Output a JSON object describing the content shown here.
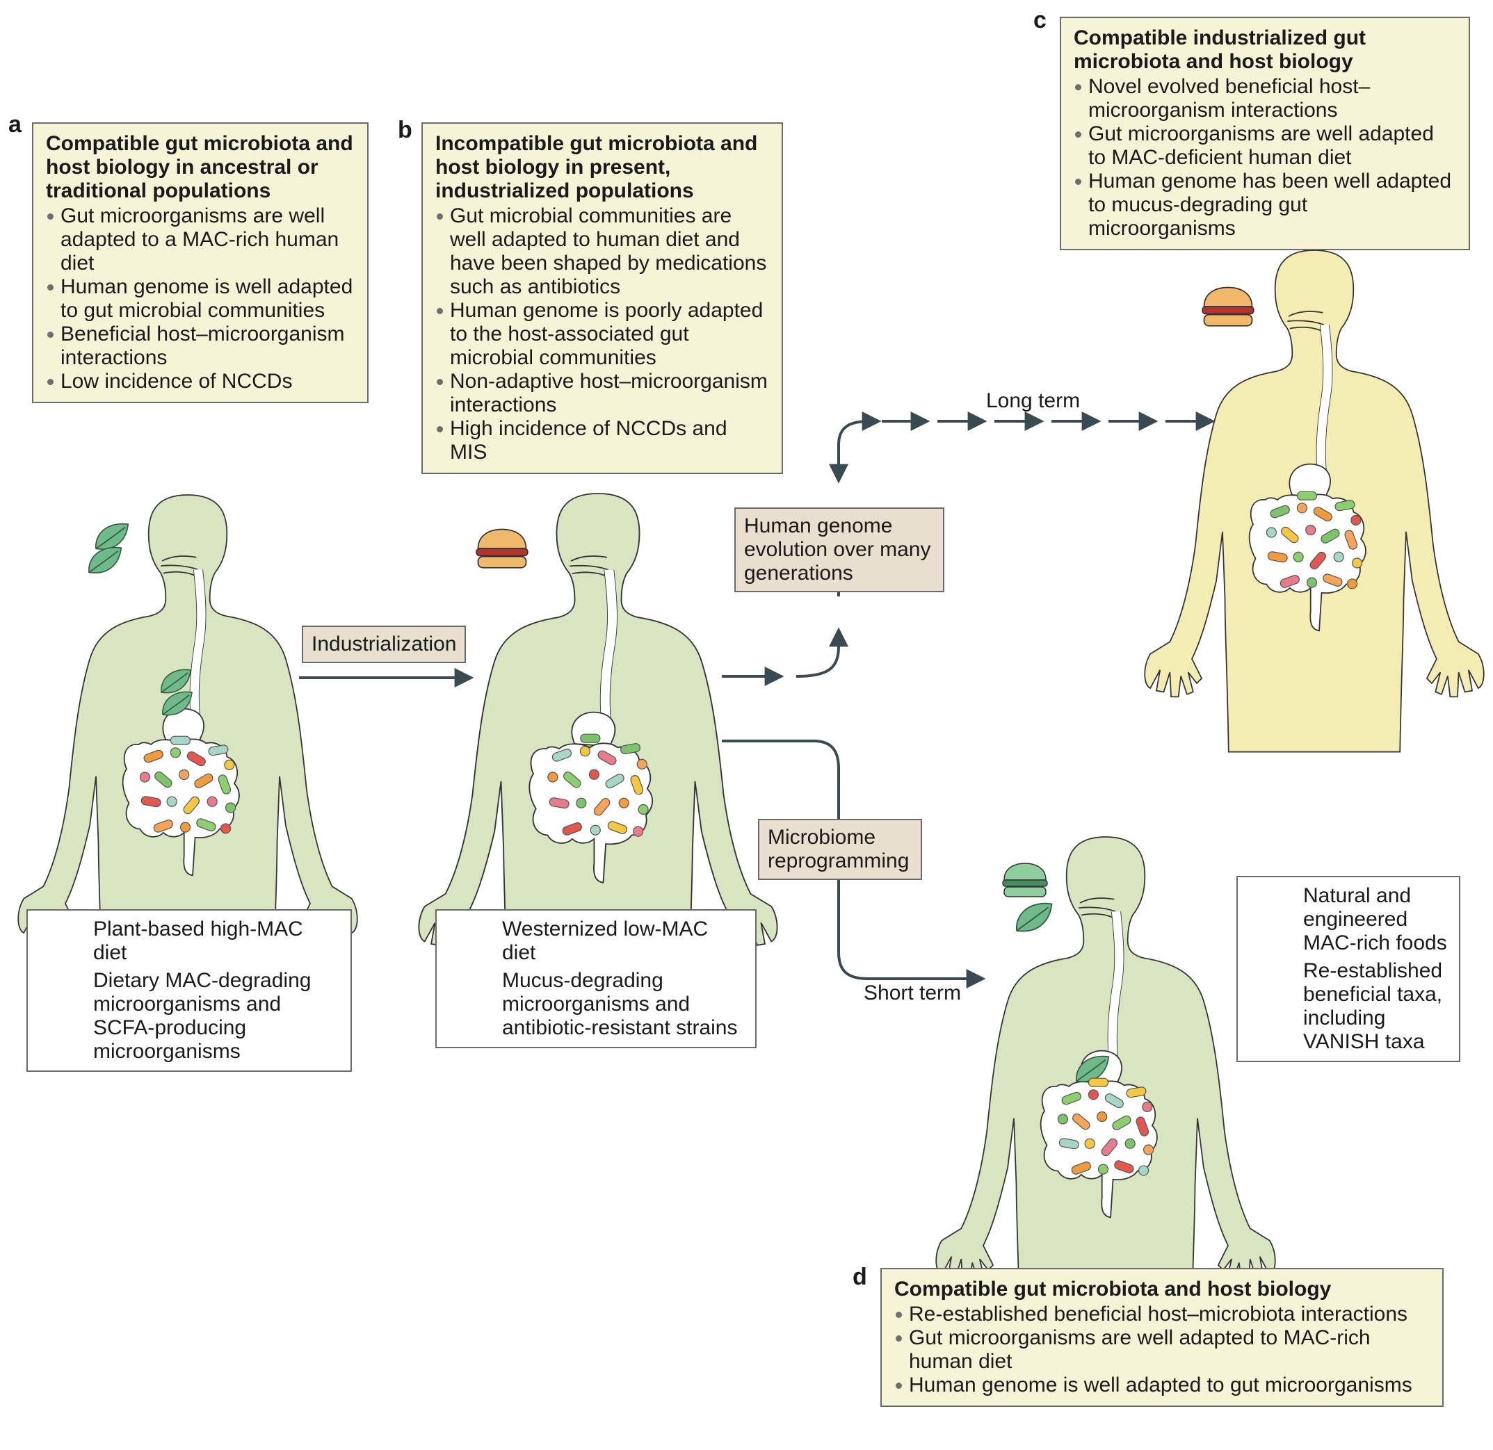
{
  "panels": {
    "a": {
      "letter": "a",
      "title": "Compatible gut microbiota and host biology in ancestral or traditional populations",
      "bullets": [
        "Gut microorganisms are well adapted to a MAC-rich human diet",
        "Human genome is well adapted to gut microbial communities",
        "Beneficial host–microorganism interactions",
        "Low incidence of NCCDs"
      ]
    },
    "b": {
      "letter": "b",
      "title": "Incompatible gut microbiota and host biology in present, industrialized populations",
      "bullets": [
        "Gut microbial communities are well adapted to human diet and have been shaped by medications such as antibiotics",
        "Human genome is poorly adapted to the host-associated gut microbial communities",
        "Non-adaptive host–microorganism interactions",
        "High incidence of NCCDs and MIS"
      ]
    },
    "c": {
      "letter": "c",
      "title": "Compatible industrialized gut microbiota and host biology",
      "bullets": [
        "Novel evolved beneficial host–microorganism interactions",
        "Gut microorganisms are well adapted to MAC-deficient human diet",
        "Human genome has been well adapted to mucus-degrading gut microorganisms"
      ]
    },
    "d": {
      "letter": "d",
      "title": "Compatible gut microbiota and host biology",
      "bullets": [
        "Re-established beneficial host–microbiota interactions",
        "Gut microorganisms are well adapted to MAC-rich human diet",
        "Human genome is well adapted to gut microorganisms"
      ]
    }
  },
  "legends": {
    "a": [
      "Plant-based high-MAC diet",
      "Dietary MAC-degrading microorganisms and SCFA-producing microorganisms"
    ],
    "b": [
      "Westernized low-MAC diet",
      "Mucus-degrading microorganisms and antibiotic-resistant strains"
    ],
    "d": [
      "Natural and engineered MAC-rich foods",
      "Re-established beneficial taxa, including VANISH taxa"
    ]
  },
  "process": {
    "industrialization": "Industrialization",
    "genome_evolution": "Human genome evolution over many generations",
    "microbiome_reprogramming": "Microbiome reprogramming",
    "long_term": "Long term",
    "short_term": "Short term"
  },
  "colors": {
    "body_green": "#d9e4c0",
    "body_yellow": "#f3ecb3",
    "outline": "#333333",
    "box_fill": "#f6f4d6",
    "tag_fill": "#e8dfcf",
    "arrow": "#3a4a52",
    "leaf": "#6fb98a",
    "burger_bun": "#f0b86a",
    "burger_patty": "#b5342f",
    "microbes": [
      "#f19a3e",
      "#8ccf6f",
      "#e2584e",
      "#a7d6c4",
      "#f5c842",
      "#e97c8c",
      "#7dc36b",
      "#f7a45a"
    ]
  }
}
